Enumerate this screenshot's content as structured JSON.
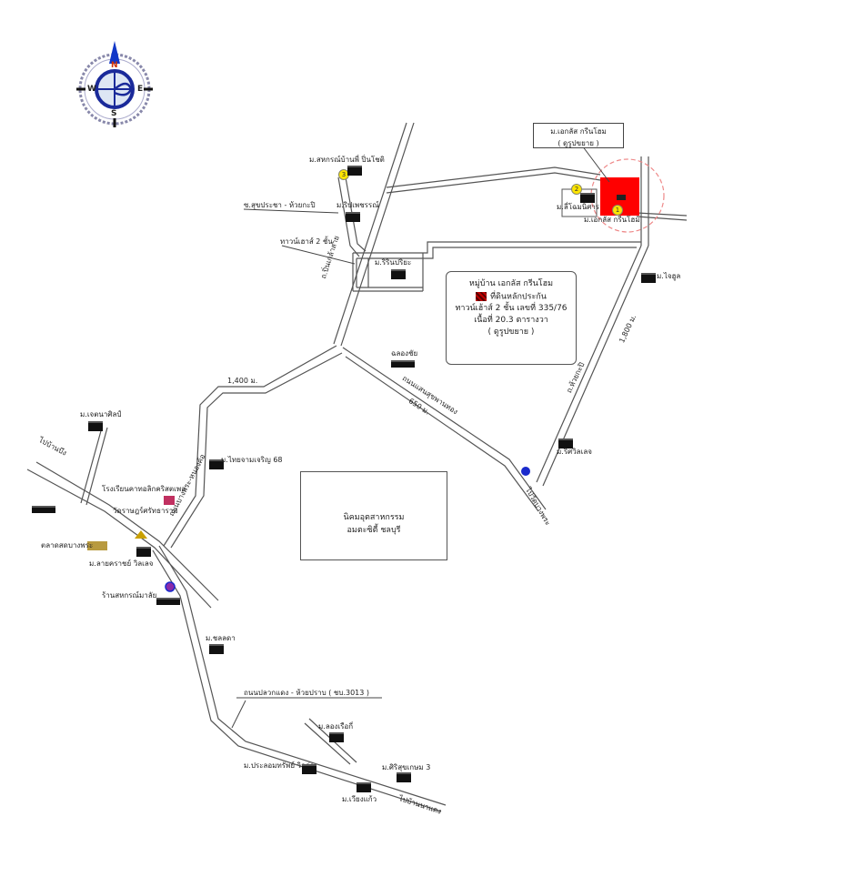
{
  "compass": {
    "north": "N",
    "south": "S",
    "east": "E",
    "west": "W"
  },
  "project": {
    "callout_name": "ม.เอกลัส กรีนโฮม",
    "callout_note": "( ดูรูปขยาย )",
    "site_label": "ม.เอกลัส กรีนโฮม",
    "marker_1": "1",
    "marker_2": "2",
    "neighbor_label": "ม.ลี่โฉมนิศาร",
    "site_color": "#ff0000"
  },
  "legend": {
    "title": "หมู่บ้าน เอกลัส กรีนโฮม",
    "swatch_label": "ที่ดินหลักประกัน",
    "line2": "ทาวน์เฮ้าส์ 2 ชั้น เลขที่ 335/76",
    "line3": "เนื้อที่ 20.3 ตารางวา",
    "line4": "( ดูรูปขยาย )"
  },
  "industrial": {
    "line1": "นิคมอุตสาหกรรม",
    "line2": "อมตะซิตี้ ชลบุรี"
  },
  "labels": {
    "village_top": "ม.สหกรณ์บ้านพี่ ปิ่นโชติ",
    "marker_3": "3",
    "road_left": "ซ.สุขประชา - ห้วยกะปิ",
    "village_ripit": "ม.ริปเพชรรณ์",
    "townhouse": "ทาวน์เฮาส์ 2 ชั้น",
    "village_center": "ม.ริรินปริยะ",
    "road_vertical": "ถ.ปิ่นเกล้าสาย",
    "village_right": "ม.ไจฮูล",
    "road_right": "ถ.ห้วยกะปิ",
    "dist_right": "1,800 ม.",
    "village_lower_right": "ม.ริศวิลเลจ",
    "shop": "ฉลองชัย",
    "road_diag": "ถนนแสนสุขพานทอง",
    "dist_diag": "650 ม.",
    "to_label": "ไปวัดบางพระ",
    "dist_left": "1,400 ม.",
    "village_chayan": "ม.ไทยจามเจริญ 68",
    "village_upper_left": "ม.เจตนาศิลป์",
    "road_upper_left": "ไปบ้านบึง",
    "school": "โรงเรียนคาทอลิกคริสตเพล",
    "temple": "วัดราษฎร์ศรัทธาราม",
    "market": "ตลาดสดบางพระ",
    "village_wilai": "ม.ลายคราชย์ วิลเลจ",
    "shop_left": "ร้านสหกรณ์มาลัย",
    "road_left_diag": "ถนนบางพระ-หนองค้อ",
    "village_chonlada": "ม.ชลลดา",
    "main_road": "ถนนปลวกแดง - ห้วยปราบ ( ชบ.3013 )",
    "village_kanok": "ม.ลองเรือกี่",
    "village_prachan": "ม.ประลอมทรัพย์ วิลล่า",
    "village_siri": "ม.ศิริสุขเกษม 3",
    "village_wiang": "ม.เวียงแก้ว",
    "to_bottom": "ไปบ้านนาแดง"
  }
}
